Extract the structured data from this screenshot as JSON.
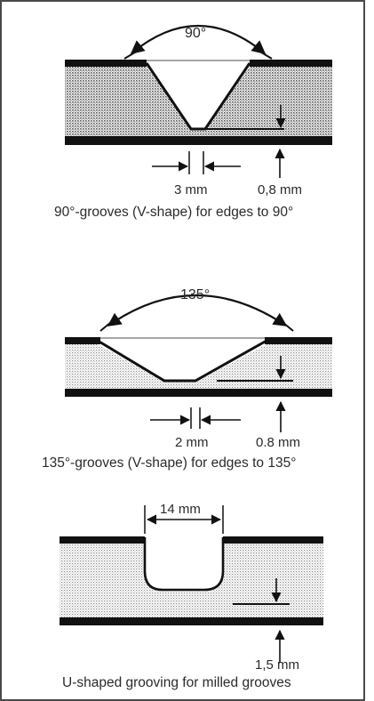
{
  "diagrams": [
    {
      "angle_label": "90°",
      "width_label": "3 mm",
      "depth_label": "0,8 mm",
      "caption": "90°-grooves (V-shape) for edges to 90°"
    },
    {
      "angle_label": "135°",
      "width_label": "2 mm",
      "depth_label": "0.8 mm",
      "caption": "135°-grooves (V-shape) for edges to 135°"
    },
    {
      "width_label": "14 mm",
      "depth_label": "1,5 mm",
      "caption": "U-shaped grooving for milled grooves"
    }
  ],
  "colors": {
    "frame": "#4a4a4a",
    "skin": "#111111",
    "core_dark": "#8a8a8a",
    "core_light": "#bdbdbd",
    "text": "#2b2b2b"
  }
}
